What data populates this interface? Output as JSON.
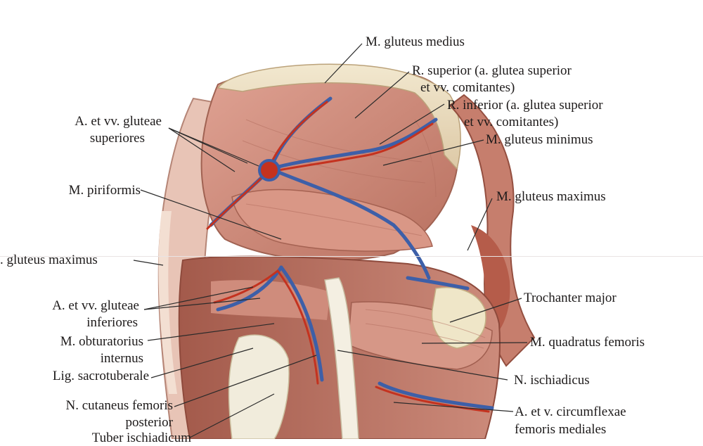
{
  "labels": {
    "gluteus_medius": "M. gluteus medius",
    "r_superior_1": "R. superior   (a. glutea superior",
    "r_superior_2": "et vv. comitantes)",
    "r_inferior_1": "R. inferior (a. glutea superior",
    "r_inferior_2": "et vv. comitantes)",
    "gluteus_minimus": "M. gluteus minimus",
    "gluteae_superiores_1": "A. et vv. glutеae",
    "gluteae_superiores_2": "superiores",
    "piriformis": "M. piriformis",
    "gluteus_maximus_right": "M. gluteus maximus",
    "gluteus_maximus_left": ". gluteus maximus",
    "gluteae_inferiores_1": "A. et vv. gluteae",
    "gluteae_inferiores_2": "inferiores",
    "trochanter_major": "Trochanter major",
    "obturatorius_1": "M. obturatorius",
    "obturatorius_2": "internus",
    "quadratus_femoris": "M. quadratus femoris",
    "sacrotuberale": "Lig. sacrotuberale",
    "ischiadicus": "N. ischiadicus",
    "cutaneus_1": "N. cutaneus femoris",
    "cutaneus_2": "posterior",
    "tuber": "Tuber ischiadicum",
    "circumflexae_1": "A. et v. circumflexae",
    "circumflexae_2": "femoris mediales"
  },
  "colors": {
    "background": "#ffffff",
    "muscle": "#d49183",
    "muscle_dark": "#a55a4c",
    "tendon": "#eee2c6",
    "artery": "#c4321f",
    "vein": "#3d5fa8",
    "nerve": "#f1ede0",
    "text": "#1d1a1a"
  }
}
